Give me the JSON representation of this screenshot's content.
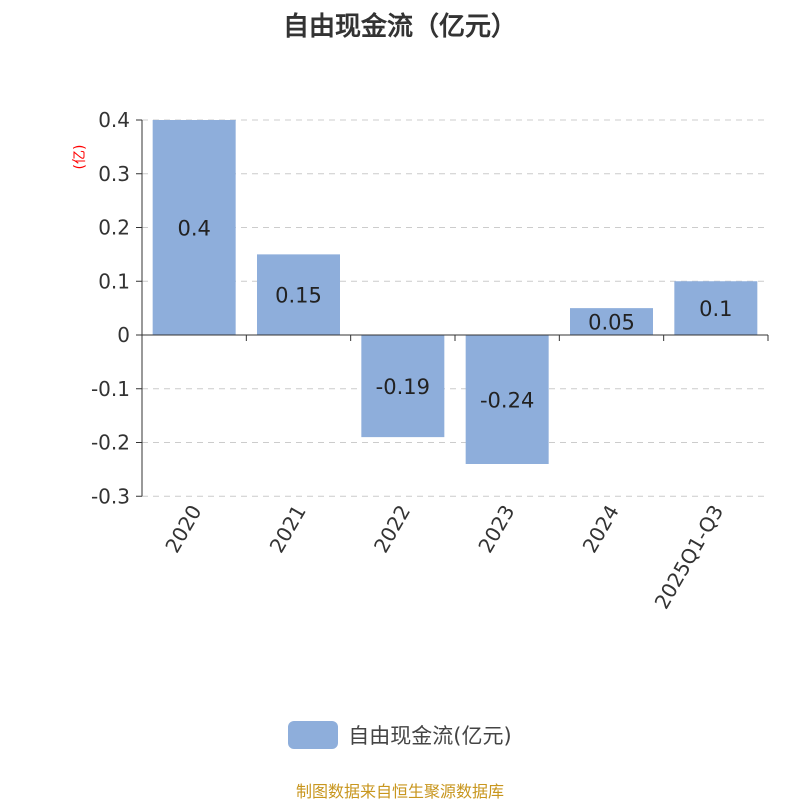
{
  "chart_data": {
    "type": "bar",
    "title": "自由现金流（亿元）",
    "ylabel": "(亿)",
    "xlabel": "",
    "categories": [
      "2020",
      "2021",
      "2022",
      "2023",
      "2024",
      "2025Q1-Q3"
    ],
    "series": [
      {
        "name": "自由现金流(亿元)",
        "values": [
          0.4,
          0.15,
          -0.19,
          -0.24,
          0.05,
          0.1
        ]
      }
    ],
    "data_labels": [
      "0.4",
      "0.15",
      "-0.19",
      "-0.24",
      "0.05",
      "0.1"
    ],
    "ylim": [
      -0.3,
      0.4
    ],
    "yticks": [
      "0.4",
      "0.3",
      "0.2",
      "0.1",
      "0",
      "-0.1",
      "-0.2",
      "-0.3"
    ],
    "ytick_values": [
      0.4,
      0.3,
      0.2,
      0.1,
      0,
      -0.1,
      -0.2,
      -0.3
    ],
    "grid": true,
    "legend_position": "bottom",
    "bar_color": "#8eaedb",
    "ylabel_color": "#ff0000"
  },
  "footer": "制图数据来自恒生聚源数据库"
}
